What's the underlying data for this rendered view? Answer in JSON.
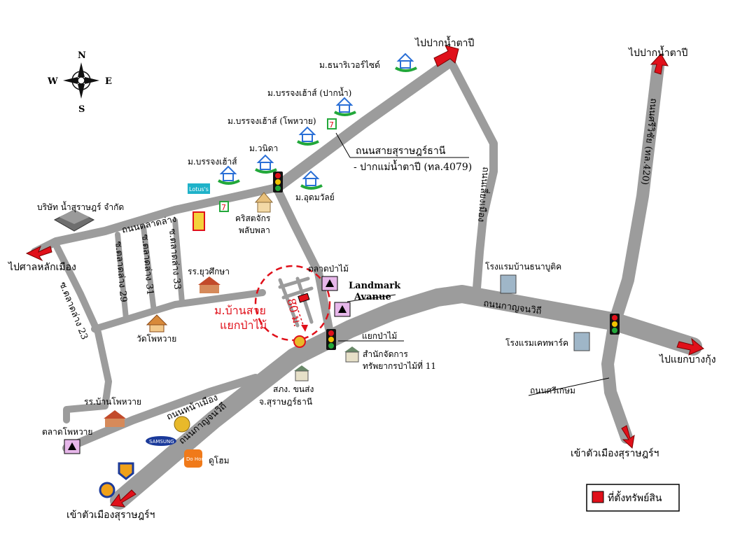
{
  "compass": {
    "n": "N",
    "s": "S",
    "e": "E",
    "w": "W"
  },
  "colors": {
    "road": "#9c9c9c",
    "arrow": "#e0101a",
    "property": "#e0101a",
    "house": "#2a6fd6",
    "grass": "#22a83a"
  },
  "labels": {
    "top_arrow_1": "ไปปากน้ำตาปี",
    "top_arrow_2": "ไปปากน้ำตาปี",
    "left_arrow": "ไปศาลหลักเมือง",
    "right_arrow": "ไปแยกบางกุ้ง",
    "bottom_left_arrow": "เข้าตัวเมืองสุราษฎร์ฯ",
    "bottom_right_arrow": "เข้าตัวเมืองสุราษฎร์ฯ",
    "v_dhanariver": "ม.ธนาริเวอร์ไซด์",
    "v_banjong_paknam": "ม.บรรจงเฮ้าส์ (ปากน้ำ)",
    "v_banjong_phohwai": "ม.บรรจงเฮ้าส์ (โพหวาย)",
    "v_banjong": "ม.บรรจงเฮ้าส์",
    "v_wanida": "ม.วนิดา",
    "v_udomwan": "ม.อุดมวัลย์",
    "road_surat_1": "ถนนสายสุราษฎร์ธานี",
    "road_surat_2": "- ปากแม่น้ำตาปี (ทล.4079)",
    "company": "บริษัท น้ำสุราษฎร์ จำกัด",
    "church_1": "คริสตจักร",
    "church_2": "พลับพลา",
    "road_talad_lang": "ถนนตลาดล่าง",
    "soi_29": "ซ.ตลาดล่าง 29",
    "soi_31": "ซ.ตลาดล่าง 31",
    "soi_33": "ซ.ตลาดล่าง 33",
    "soi_23": "ซ.ตลาดล่าง 23",
    "school_yutthasuksa": "รร.ยุวศึกษา",
    "wat_phohwai": "วัดโพหวาย",
    "project_1": "ม.บ้านสวย",
    "project_2": "แยกป่าไม้",
    "distance": "80 ม.",
    "market_pamai": "ตลาดป่าไม้",
    "landmark_1": "Landmark",
    "landmark_2": "Avanue",
    "yaek_pamai": "แยกป่าไม้",
    "forest_office_1": "สำนักจัดการ",
    "forest_office_2": "ทรัพยากรป่าไม้ที่ 11",
    "police_1": "สภง. ขนส่ง",
    "police_2": "จ.สุราษฎร์ธานี",
    "road_kanjanavithi_1": "ถนนกาญจนวิถี",
    "road_kanjanavithi_2": "ถนนกาญจนวิถี",
    "road_naa_mueang": "ถนนหน้าเมือง",
    "school_phohwai": "รร.บ้านโพหวาย",
    "market_phohwai": "ตลาดโพหวาย",
    "samsung": "SAMSUNG",
    "dohome": "ดูโฮม",
    "dohome_logo": "Do Home",
    "road_sriket": "ถนนศรีเกษม",
    "road_muangmai": "ถนนเลี่ยงเมือง",
    "road_420": "ถนนศรีวิชัย (ทล.420)",
    "hotel_bantanabutik": "โรงแรมบ้านธนาบูติค",
    "hotel_kaspark": "โรงแรมเคทพาร์ค",
    "lotus": "Lotus's",
    "legend": "ที่ตั้งทรัพย์สิน"
  }
}
